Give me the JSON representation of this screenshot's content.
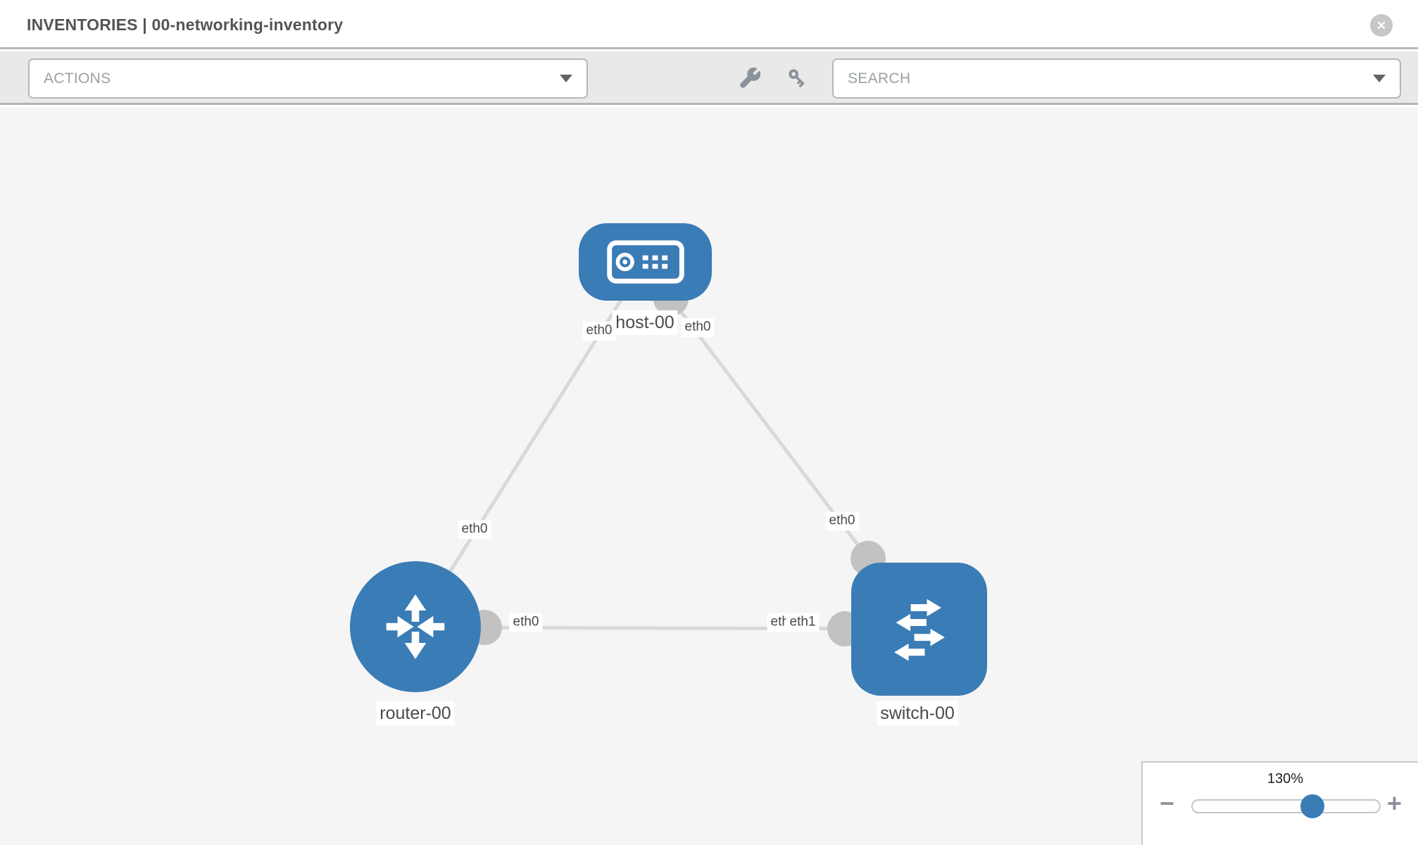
{
  "header": {
    "title": "INVENTORIES | 00-networking-inventory",
    "close_glyph": "✕"
  },
  "toolbar": {
    "actions_label": "ACTIONS",
    "search_placeholder": "SEARCH",
    "icons": [
      "wrench-icon",
      "key-icon"
    ]
  },
  "topology": {
    "nodes": [
      {
        "label": "host-00",
        "type": "host"
      },
      {
        "label": "router-00",
        "type": "router"
      },
      {
        "label": "switch-00",
        "type": "switch"
      }
    ],
    "links": [
      {
        "source": "host-00",
        "source_iface": "eth0",
        "target": "router-00",
        "target_iface": "eth0"
      },
      {
        "source": "host-00",
        "source_iface": "eth0",
        "target": "switch-00",
        "target_iface": "eth0"
      },
      {
        "source": "router-00",
        "source_iface": "eth0",
        "target": "switch-00",
        "target_iface": "eth1"
      }
    ],
    "iface_labels": {
      "host_left": "eth0",
      "host_right": "eth0",
      "router_top": "eth0",
      "router_right": "eth0",
      "switch_top": "eth0",
      "switch_mid_back": "eth0",
      "switch_mid_front": "eth1"
    }
  },
  "zoom_control": {
    "value": "130%",
    "minus_glyph": "−",
    "plus_glyph": "+",
    "handle_position_pct": 66
  },
  "colors": {
    "node_blue": "#3a7cb5",
    "link_gray": "#d9d9d9",
    "port_gray": "#c2c2c2",
    "canvas_bg": "#f5f5f5",
    "toolbar_bg": "#e9e9e9",
    "icon_gray": "#8b929b"
  }
}
